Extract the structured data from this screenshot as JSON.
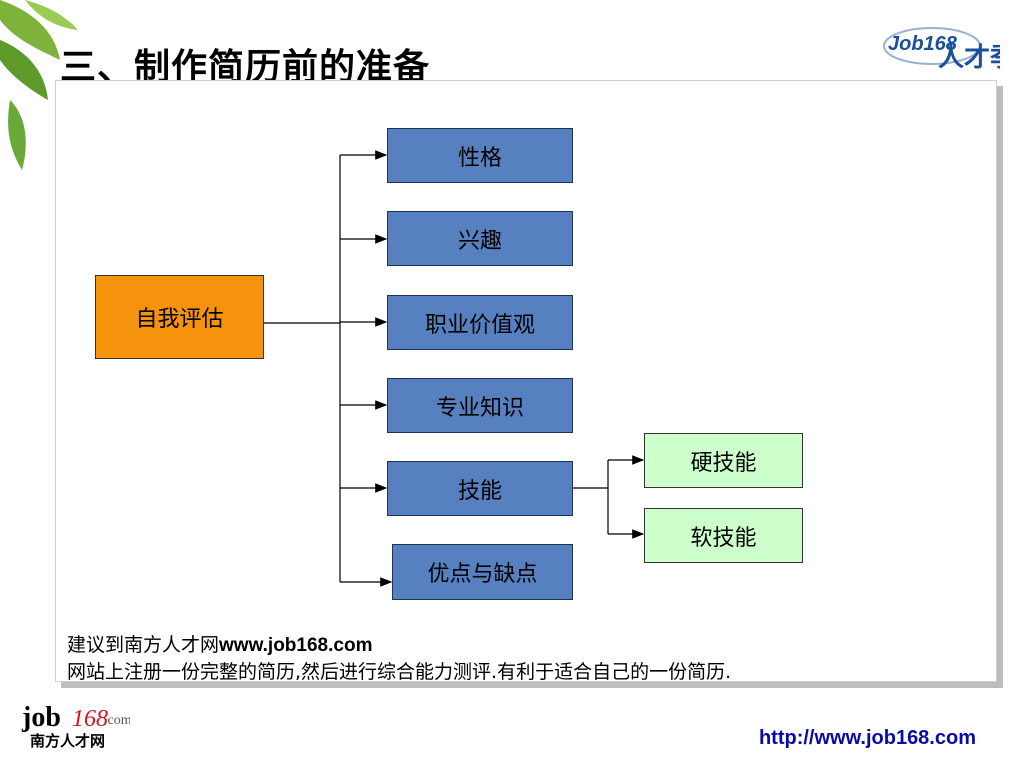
{
  "header": {
    "title": "三、制作简历前的准备",
    "logo_text": "Job168",
    "logo_sub": "人才季"
  },
  "diagram": {
    "root": "自我评估",
    "branches": [
      "性格",
      "兴趣",
      "职业价值观",
      "专业知识",
      "技能",
      "优点与缺点"
    ],
    "skills_children": [
      "硬技能",
      "软技能"
    ]
  },
  "note": {
    "line1_prefix": "建议到南方人才网",
    "line1_url": "www.job168.com",
    "line2": "网站上注册一份完整的简历,然后进行综合能力测评.有利于适合自己的一份简历."
  },
  "footer": {
    "logo_main": "job",
    "logo_num": "168",
    "logo_dot": ".com",
    "logo_sub": "南方人才网",
    "url": "http://www.job168.com"
  },
  "colors": {
    "box_blue": "#5680c0",
    "box_orange": "#f5930d",
    "box_green": "#ccffcc",
    "url_blue": "#0a0aa8"
  }
}
